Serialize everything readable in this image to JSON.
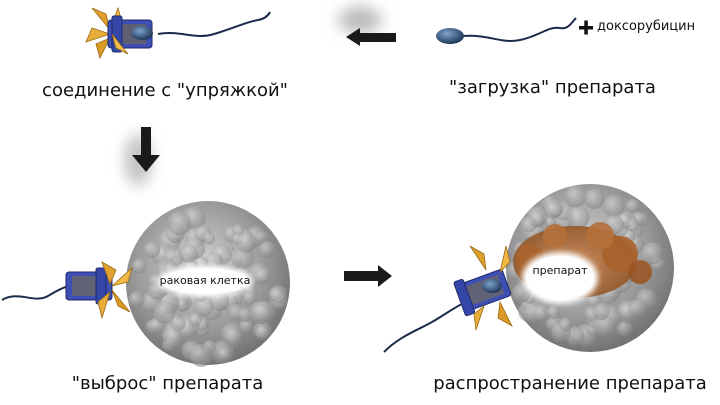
{
  "steps": {
    "loading": "\"загрузка\" препарата",
    "attach": "соединение с \"упряжкой\"",
    "release": "\"выброс\" препарата",
    "spread": "распространение препарата"
  },
  "labels": {
    "drug_name": "доксорубицин",
    "cancer_cell": "раковая клетка",
    "drug": "препарат"
  },
  "colors": {
    "cell": "#8d8d8d",
    "cell_light": "#c9c9c9",
    "tube": "#3d4fb5",
    "propeller": "#e0a030",
    "sperm_head": "#2a4a7a",
    "drug_spread": "#b06a30",
    "arrow": "#1a1a1a"
  }
}
